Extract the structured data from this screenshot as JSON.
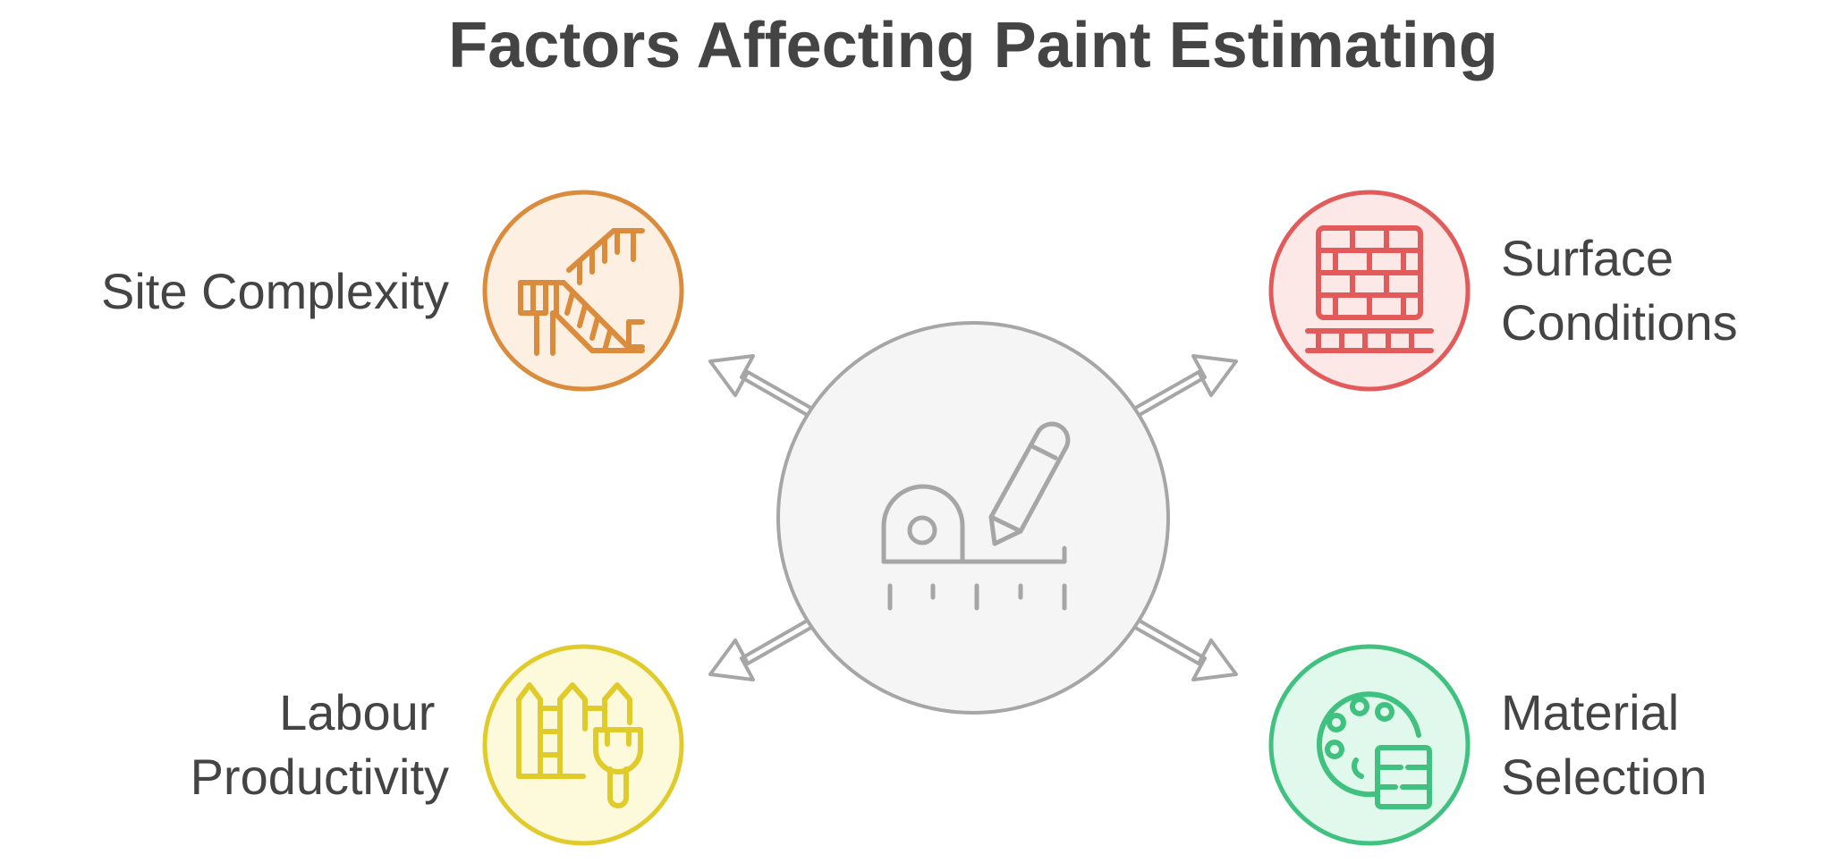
{
  "title": "Factors Affecting Paint Estimating",
  "center": {
    "icon": "tape-measure-pencil-icon",
    "color": "#a6a6a6",
    "fill": "#f5f5f5"
  },
  "factors": [
    {
      "id": "site",
      "label_lines": [
        "Site Complexity"
      ],
      "icon": "staircase-icon",
      "color": "#db8b3c",
      "fill": "#fdefe2"
    },
    {
      "id": "surface",
      "label_lines": [
        "Surface",
        "Conditions"
      ],
      "icon": "brick-wall-icon",
      "color": "#e25a5a",
      "fill": "#fde8e8"
    },
    {
      "id": "labour",
      "label_lines": [
        "Labour",
        "Productivity"
      ],
      "icon": "fence-paintbrush-icon",
      "color": "#e0cb2a",
      "fill": "#fdfadc"
    },
    {
      "id": "material",
      "label_lines": [
        "Material",
        "Selection"
      ],
      "icon": "palette-swatch-icon",
      "color": "#40c180",
      "fill": "#e1f8ec"
    }
  ]
}
